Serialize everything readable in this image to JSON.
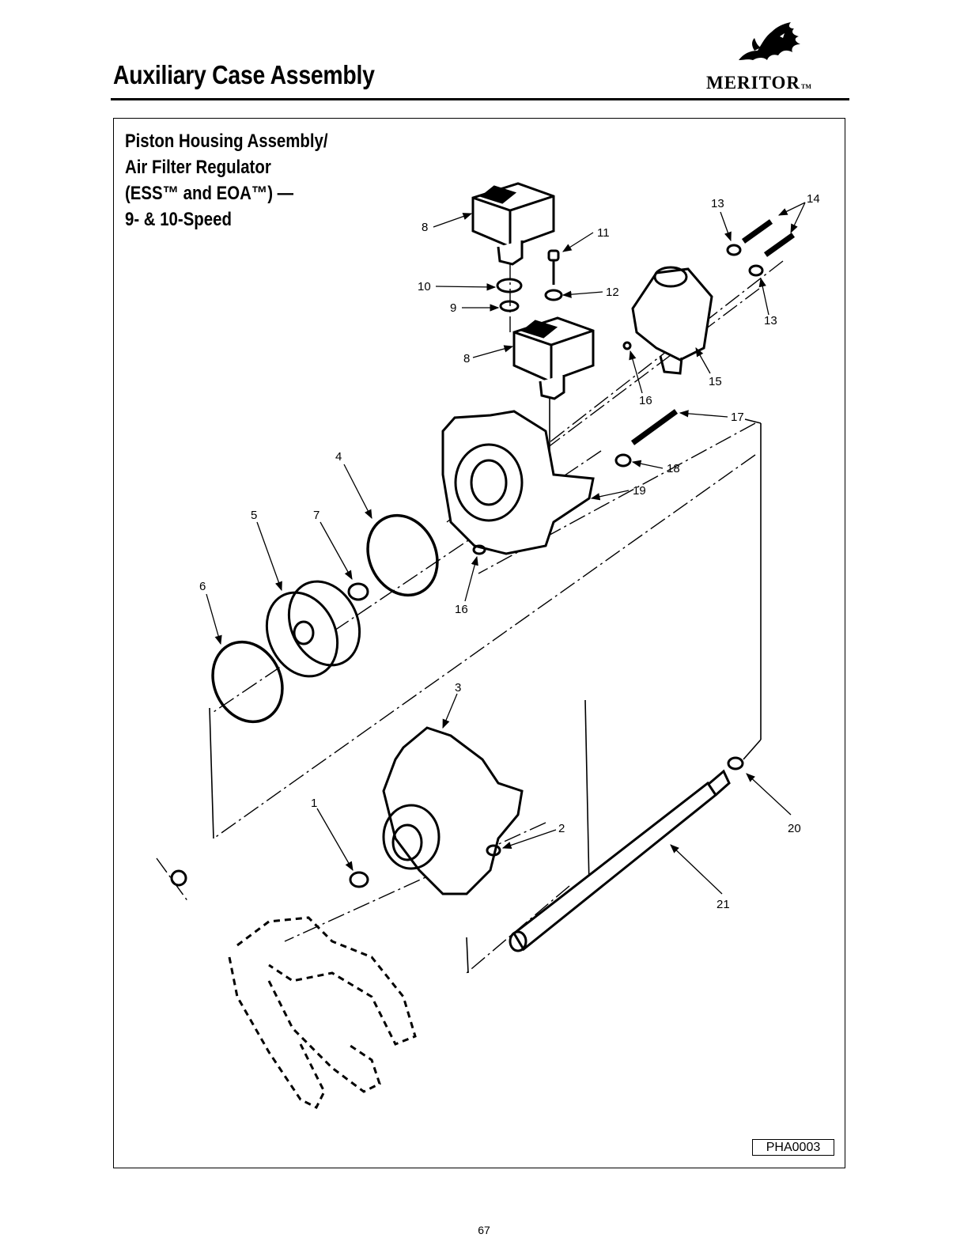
{
  "header": {
    "title": "Auxiliary Case Assembly",
    "brand": "MERITOR",
    "brand_tm": "TM"
  },
  "diagram": {
    "title_lines": [
      "Piston Housing Assembly/",
      "Air Filter Regulator",
      "(ESS™ and EOA™) —",
      "9- & 10-Speed"
    ],
    "callouts": [
      "8",
      "11",
      "13",
      "14",
      "10",
      "12",
      "9",
      "13",
      "8",
      "15",
      "16",
      "17",
      "4",
      "18",
      "19",
      "5",
      "7",
      "6",
      "16",
      "3",
      "1",
      "2",
      "20",
      "21"
    ],
    "figure_id": "PHA0003"
  },
  "footer": {
    "page_number": "67"
  }
}
